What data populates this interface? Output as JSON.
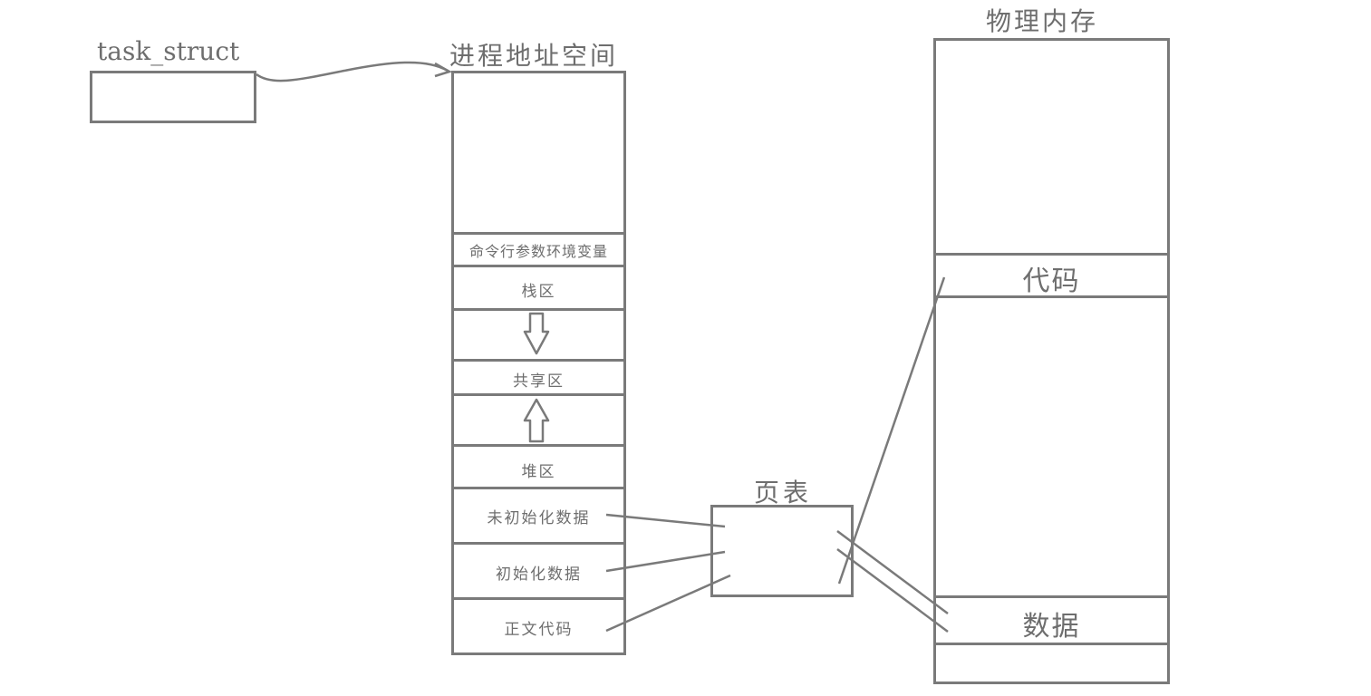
{
  "task_struct": {
    "label": "task_struct"
  },
  "address_space": {
    "title": "进程地址空间",
    "segments": {
      "args_env": "命令行参数环境变量",
      "stack": "栈区",
      "shared": "共享区",
      "heap": "堆区",
      "bss": "未初始化数据",
      "data": "初始化数据",
      "text": "正文代码"
    }
  },
  "page_table": {
    "title": "页表"
  },
  "physical_memory": {
    "title": "物理内存",
    "code": "代码",
    "data": "数据"
  },
  "colors": {
    "stroke": "#7a7a7a",
    "text": "#6e6e6e"
  }
}
